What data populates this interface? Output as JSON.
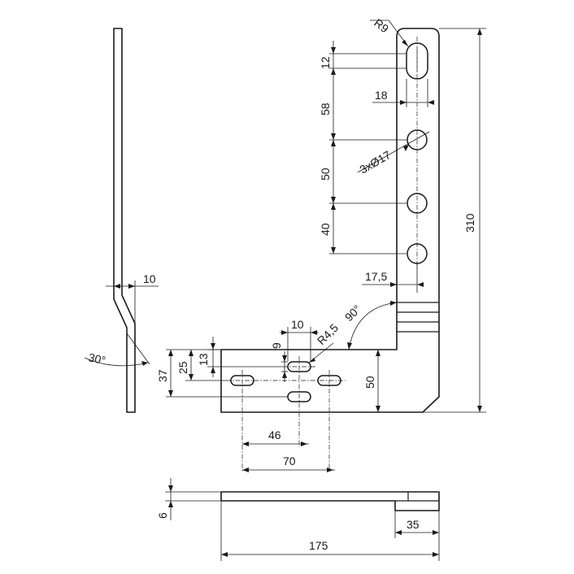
{
  "dimensions": {
    "r9": "R9",
    "d12": "12",
    "d18": "18",
    "d58": "58",
    "d50_vertical": "50",
    "d40": "40",
    "holes": "3xØ17",
    "d17_5": "17,5",
    "d310": "310",
    "d10_side": "10",
    "angle30": "30°",
    "d10_top": "10",
    "r4_5": "R4,5",
    "angle90": "90°",
    "d9": "9",
    "d13": "13",
    "d25": "25",
    "d37": "37",
    "d50_foot": "50",
    "d46": "46",
    "d70": "70",
    "d6": "6",
    "d35": "35",
    "d175": "175"
  }
}
